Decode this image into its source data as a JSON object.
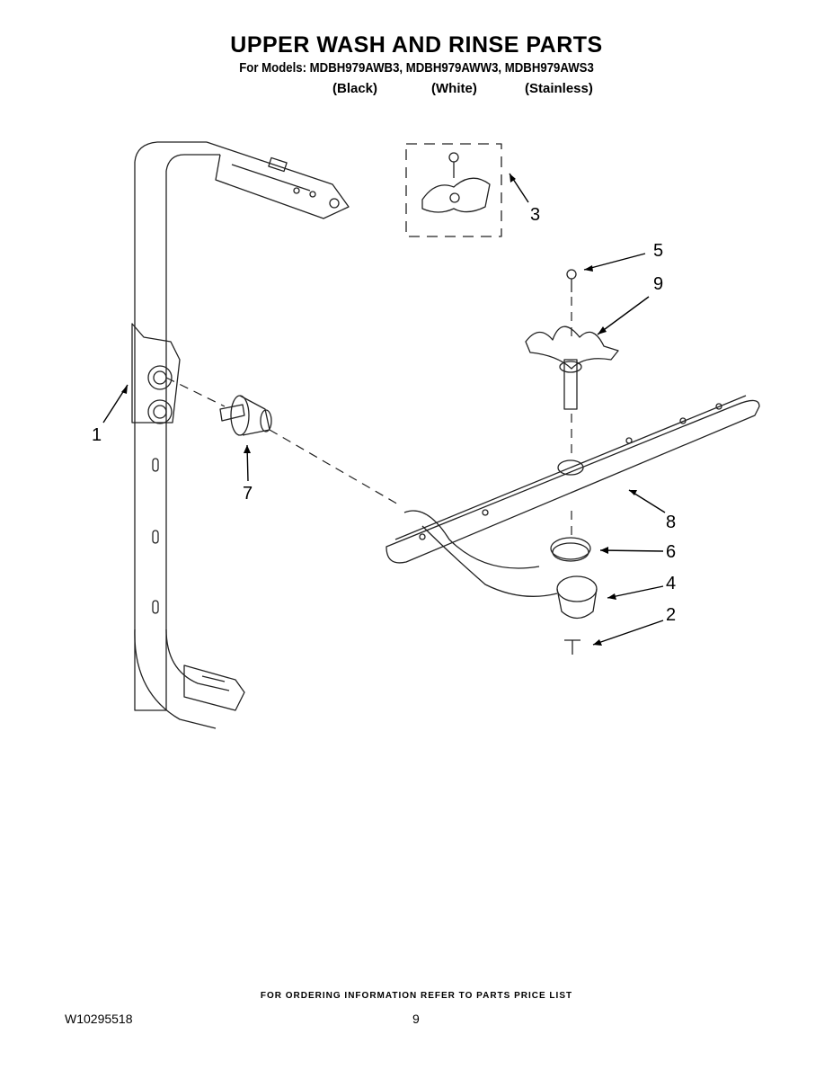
{
  "header": {
    "title": "UPPER WASH AND RINSE PARTS",
    "models": "For Models: MDBH979AWB3, MDBH979AWW3, MDBH979AWS3",
    "variants": [
      "(Black)",
      "(White)",
      "(Stainless)"
    ]
  },
  "callouts": [
    "1",
    "2",
    "3",
    "4",
    "5",
    "6",
    "7",
    "8",
    "9"
  ],
  "footer": {
    "ordering_note": "FOR ORDERING INFORMATION REFER TO PARTS PRICE LIST",
    "doc_number": "W10295518",
    "page_number": "9"
  }
}
